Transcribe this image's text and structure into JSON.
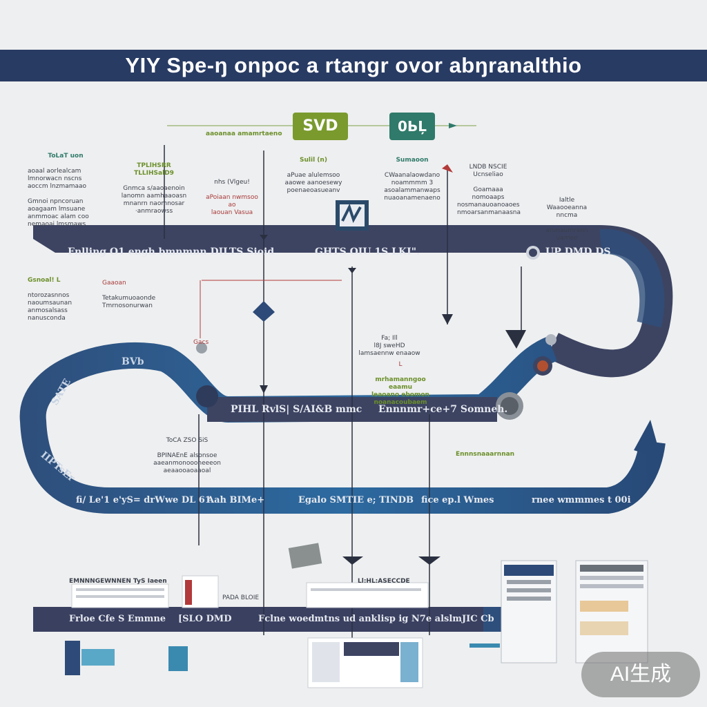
{
  "title": "YIY Spe-ŋ onpoc a rtangr ovor abŋranalthio",
  "colors": {
    "navy": "#283b63",
    "dark_band": "#3d4462",
    "blue_band": "#2d5b8a",
    "accent_green": "#7a9a2e",
    "accent_teal": "#2f7a6a",
    "accent_red": "#b23a3a"
  },
  "badges": {
    "svd": "SVD",
    "teal": "0ЬĻ"
  },
  "bands": {
    "top": [
      "Fnlling  O1 engh bmnmnn DILTS  Sioid",
      "GHTS OIU  1S  LKI\".",
      "UP DMD  DS"
    ],
    "middle": [
      "PIHL  RvlS|  S/AI&B  mmc",
      "Ennnmr+ce+7 Somneh."
    ],
    "lower": [
      "fi/ Le'1 e'yS=  drWwe DL 61",
      "Aah BIMe+",
      "Egalo SMTIE  e; TINDB",
      "fice  ep.l Wmes",
      "rnee wmmmes  t 00i"
    ],
    "bottom": [
      "Frloe  Cfe  S  Emmne",
      "[SLO  DMD",
      "Fclne woedmtns  ud anklisp ig  N7e alslmJIC Cb"
    ],
    "loop": [
      "BVb",
      "SATE",
      "IIPTsEr"
    ]
  },
  "notes": {
    "n1": {
      "head": "ToLaT uon",
      "body": "aoaal aorlealcam\nlmnorwacn nscns\naoccm lnzmamaao\n\nGmnoi npncoruan\naoagaam lmsuane\nanmmoac alam coo\nnemaoai lmsmaws"
    },
    "n2": {
      "head": "TPLlHSRR\nTLLIHSalD9",
      "body": "Gnmca s/aaoaenoin\nlanomn aamhaaoasn\nmnanrn naomnosar\n·anmraowss"
    },
    "n3": {
      "head": "nhs (Vlgeu!",
      "body": "aPoiaan nwmsoo ao\nlaouan Vasua"
    },
    "n4": {
      "head": "aaoanaa amamrtaeno",
      "body": ""
    },
    "n5": {
      "head": "Sulil (n)",
      "body": "aPuae alulemsoo\naaowe aanoesewy\npoenaeoasueanv"
    },
    "n6": {
      "head": "Sumaoon",
      "body": "CWaanalaowdano\nnoammmm 3\nasoalammanwaps\nnuaoanamenaeno"
    },
    "n7": {
      "head": "LNDB NSCIE\nUcnseliao",
      "body": "Goamaaa nomoaaps\nnosmanauoanoaoes\nnmoarsanmanaasna"
    },
    "n8": {
      "head": "Ialtle\nWaaooeanna nncma",
      "body": "arunaumrann uamee"
    },
    "n9": {
      "head": "Gsnoal! L",
      "body": "ntorozasnnos\nnaoumsaunan\nanmosalsass\nnanusconda"
    },
    "n10": {
      "head": "Gaaoan",
      "body": "Tetakumuoaonde\nTmrnosonurwan"
    },
    "n11": {
      "head": "Fa; Ill\nl8J sweHD\nlamsaennw enaaow",
      "body": ""
    },
    "n12": {
      "head": "L",
      "body": "mrhamanngoo\neaamu\nleaoano ebomon\nnoanacoubaem"
    },
    "n13": {
      "head": "Gacs",
      "body": ""
    },
    "n14": {
      "head": "ToCA ZSO SiS",
      "body": "BPINAEnE alsonsoe\naaeanmonoooneeeon\naeaaooaoaaoal"
    },
    "n15": {
      "head": "Ennnsnaaarnnan",
      "body": ""
    },
    "n16": {
      "head": "EMNNNGEWNNEN  TyS  Iaeen",
      "body": ""
    },
    "n17": {
      "head": "PADA BLOIE",
      "body": ""
    },
    "n18": {
      "head": "Ll:HL:ASECCDE",
      "body": ""
    }
  },
  "watermark": "AI生成"
}
